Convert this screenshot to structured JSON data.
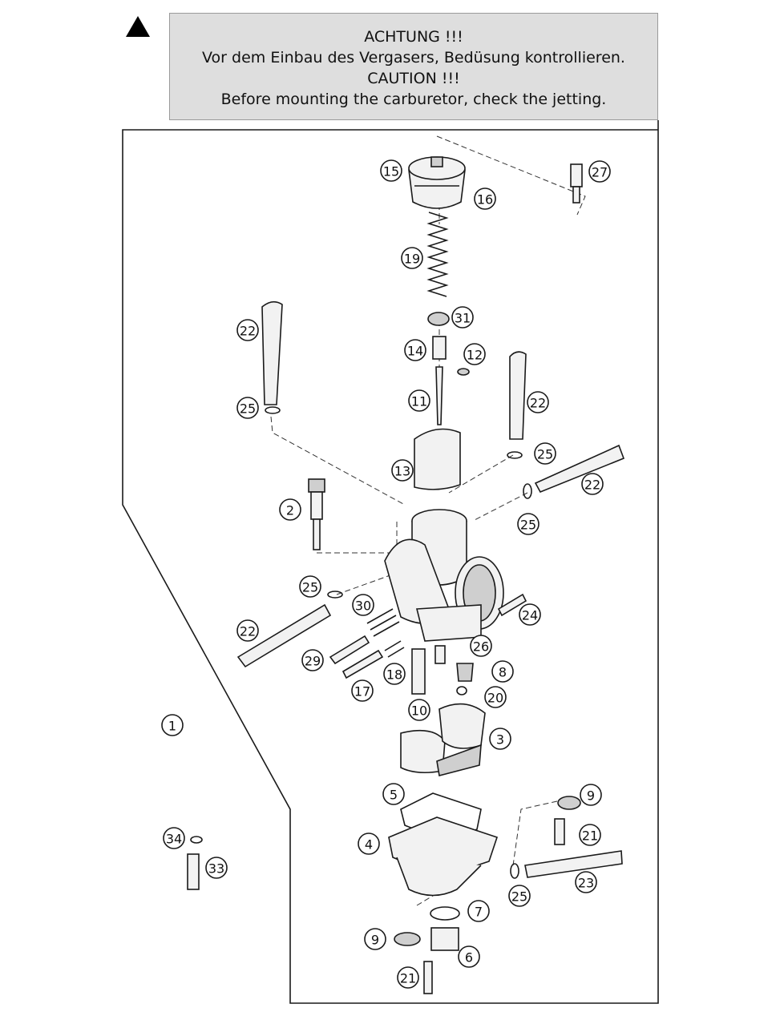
{
  "caution": {
    "line1": "ACHTUNG !!!",
    "line2": "Vor dem Einbau des Vergasers, Bedüsung kontrollieren.",
    "line3": "CAUTION !!!",
    "line4": "Before mounting the carburetor, check the jetting."
  },
  "callouts": [
    "1",
    "2",
    "3",
    "4",
    "5",
    "6",
    "7",
    "8",
    "9",
    "9",
    "10",
    "11",
    "12",
    "13",
    "14",
    "15",
    "16",
    "17",
    "18",
    "19",
    "20",
    "21",
    "21",
    "22",
    "22",
    "22",
    "22",
    "23",
    "24",
    "25",
    "25",
    "25",
    "25",
    "25",
    "26",
    "27",
    "29",
    "30",
    "31",
    "33",
    "34"
  ]
}
